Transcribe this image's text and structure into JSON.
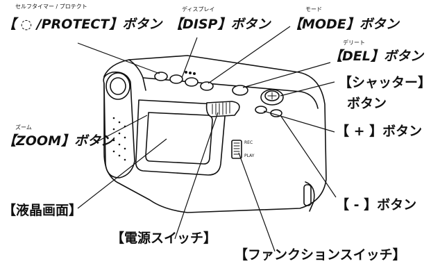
{
  "labels": {
    "self_timer": {
      "ruby": "セルフタイマー / プロテクト",
      "text": "【 ◌ /PROTECT】ボタン"
    },
    "disp": {
      "ruby": "ディスプレイ",
      "text": "【DISP】ボタン"
    },
    "mode": {
      "ruby": "モード",
      "text": "【MODE】ボタン"
    },
    "del": {
      "ruby": "デリート",
      "text": "【DEL】ボタン"
    },
    "shutter": {
      "text_line1": "【シャッター】",
      "text_line2": "ボタン"
    },
    "zoom": {
      "ruby": "ズーム",
      "text": "【ZOOM】ボタン"
    },
    "plus": {
      "text": "【 + 】ボタン"
    },
    "minus": {
      "text": "【 - 】ボタン"
    },
    "lcd": {
      "text": "【液晶画面】"
    },
    "power": {
      "text": "【電源スイッチ】"
    },
    "function": {
      "text": "【ファンクションスイッチ】"
    }
  },
  "camera_text": {
    "rec": "REC",
    "play": "PLAY"
  },
  "colors": {
    "line": "#111111",
    "background": "#ffffff"
  }
}
